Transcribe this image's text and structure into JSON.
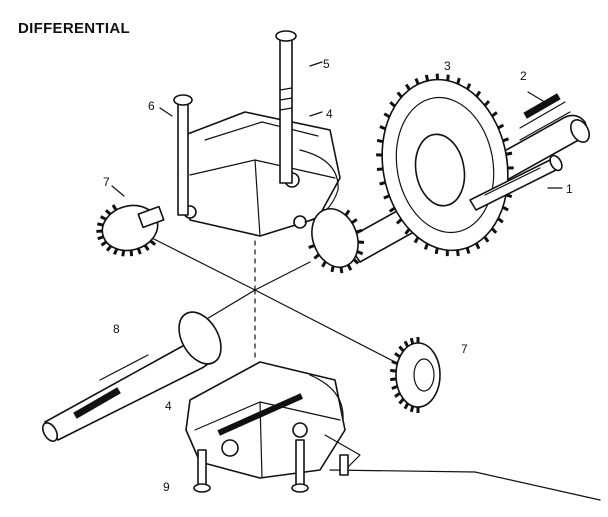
{
  "title": "DIFFERENTIAL",
  "callouts": {
    "c1": "1",
    "c2": "2",
    "c3": "3",
    "c4_top": "4",
    "c4_bottom": "4",
    "c5": "5",
    "c6": "6",
    "c7_left": "7",
    "c7_right": "7",
    "c8": "8",
    "c9": "9"
  },
  "colors": {
    "ink": "#111111",
    "paper": "#ffffff"
  }
}
